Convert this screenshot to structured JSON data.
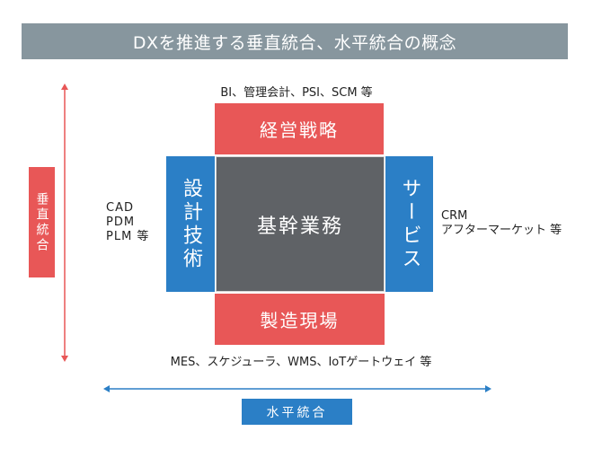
{
  "title": "DXを推進する垂直統合、水平統合の概念",
  "core": {
    "label": "基幹業務"
  },
  "top": {
    "label": "経営戦略",
    "caption": "BI、管理会計、PSI、SCM 等"
  },
  "bottom": {
    "label": "製造現場",
    "caption": "MES、スケジューラ、WMS、IoTゲートウェイ 等"
  },
  "left": {
    "label": "設計技術",
    "caption_lines": [
      "CAD",
      "PDM",
      "PLM 等"
    ]
  },
  "right": {
    "label": "サービス",
    "caption_lines": [
      "CRM",
      "アフターマーケット 等"
    ]
  },
  "vertical_integration": {
    "label": "垂直統合",
    "color": "#e85757"
  },
  "horizontal_integration": {
    "label": "水平統合",
    "color": "#2b7fc6"
  },
  "colors": {
    "title_bg": "#87969e",
    "red": "#e85757",
    "blue": "#2b7fc6",
    "core": "#5f6266"
  }
}
